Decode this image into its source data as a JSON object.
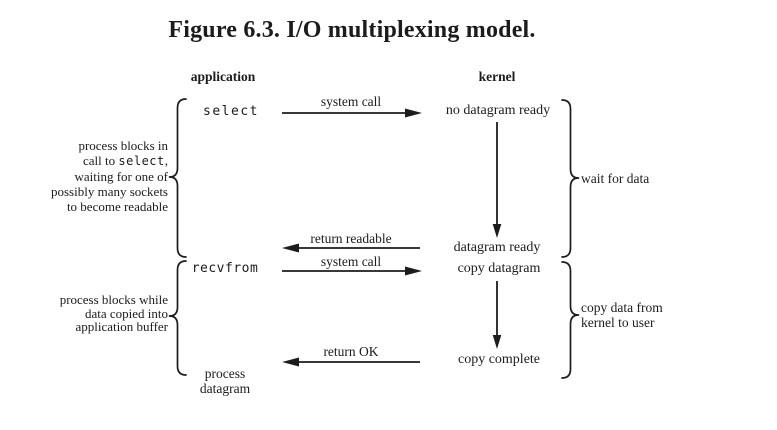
{
  "colors": {
    "ink": "#1c1c1c",
    "background": "#ffffff"
  },
  "title": "Figure 6.3. I/O multiplexing model.",
  "columns": {
    "application": "application",
    "kernel": "kernel"
  },
  "application_column": {
    "call1": "select",
    "call2": "recvfrom",
    "final_line1": "process",
    "final_line2": "datagram"
  },
  "kernel_column": {
    "state1": "no datagram ready",
    "state2": "datagram ready",
    "state3": "copy datagram",
    "state4": "copy complete"
  },
  "transitions": {
    "syscall_select": "system call",
    "return_readable": "return readable",
    "syscall_recvfrom": "system call",
    "return_ok": "return OK"
  },
  "annotations": {
    "left_select_block": {
      "line1": "process blocks in",
      "line2_pre": "call to ",
      "line2_code": "select",
      "line2_post": ",",
      "line3": "waiting for one of",
      "line4": "possibly many sockets",
      "line5": "to become readable"
    },
    "left_recvfrom_block": {
      "line1": "process blocks while",
      "line2": "data copied into",
      "line3": "application buffer"
    },
    "right_wait_block": "wait for data",
    "right_copy_block_line1": "copy data from",
    "right_copy_block_line2": "kernel to user"
  }
}
